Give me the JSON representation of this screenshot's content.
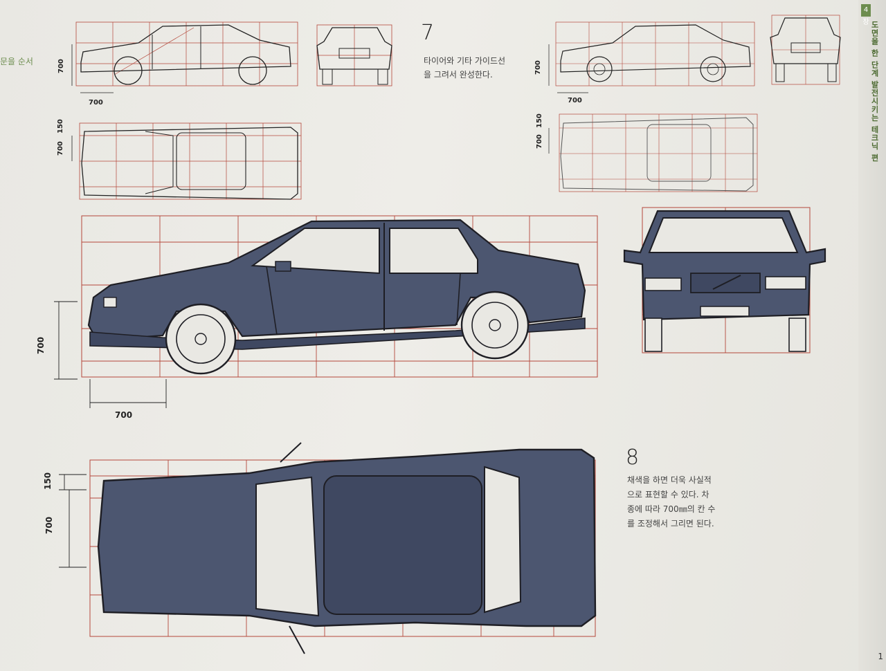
{
  "left_fragment": "문을 순서",
  "running_header": "도면을 한 단계 발전시키는 테크닉 편",
  "chapter_mark": "4 장",
  "page_number": "1",
  "step7": {
    "number": "7",
    "caption_lines": [
      "타이어와 기타 가이드선",
      "을 그려서 완성한다."
    ]
  },
  "step8": {
    "number": "8",
    "caption_lines": [
      "채색을 하면 더욱 사실적",
      "으로 표현할 수 있다. 차",
      "종에 따라 700㎜의 칸 수",
      "를 조정해서 그리면 된다."
    ]
  },
  "dimension_labels": {
    "d700": "700",
    "d150": "150"
  },
  "colors": {
    "grid_line": "#b4473a",
    "ink": "#1e1e24",
    "paint": "#4c5670",
    "accent_green": "#6d8d4f"
  }
}
